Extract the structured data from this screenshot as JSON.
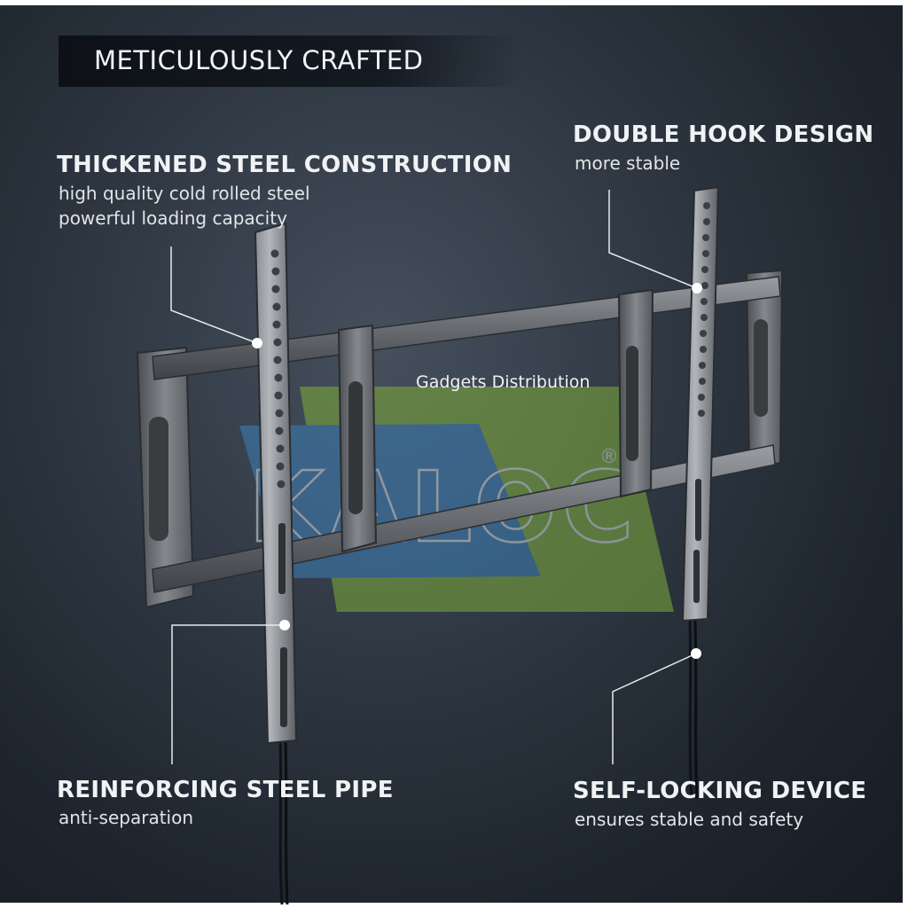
{
  "header": {
    "title": "METICULOUSLY CRAFTED"
  },
  "features": {
    "thickened": {
      "title": "THICKENED STEEL CONSTRUCTION",
      "line1": "high quality cold rolled steel",
      "line2": "powerful loading capacity"
    },
    "double_hook": {
      "title": "DOUBLE HOOK DESIGN",
      "line1": "more stable"
    },
    "reinforcing": {
      "title": "REINFORCING STEEL PIPE",
      "line1": "anti-separation"
    },
    "self_locking": {
      "title": "SELF-LOCKING DEVICE",
      "line1": "ensures stable and safety"
    }
  },
  "watermark": {
    "text": "Gadgets Distribution",
    "logo": "KALOC",
    "registered": "®"
  },
  "colors": {
    "background": "#2f3843",
    "steel": "#6a6e73",
    "watermark_green": "#7fae3a",
    "watermark_blue": "#3d7fb8",
    "callout": "#ffffff"
  }
}
